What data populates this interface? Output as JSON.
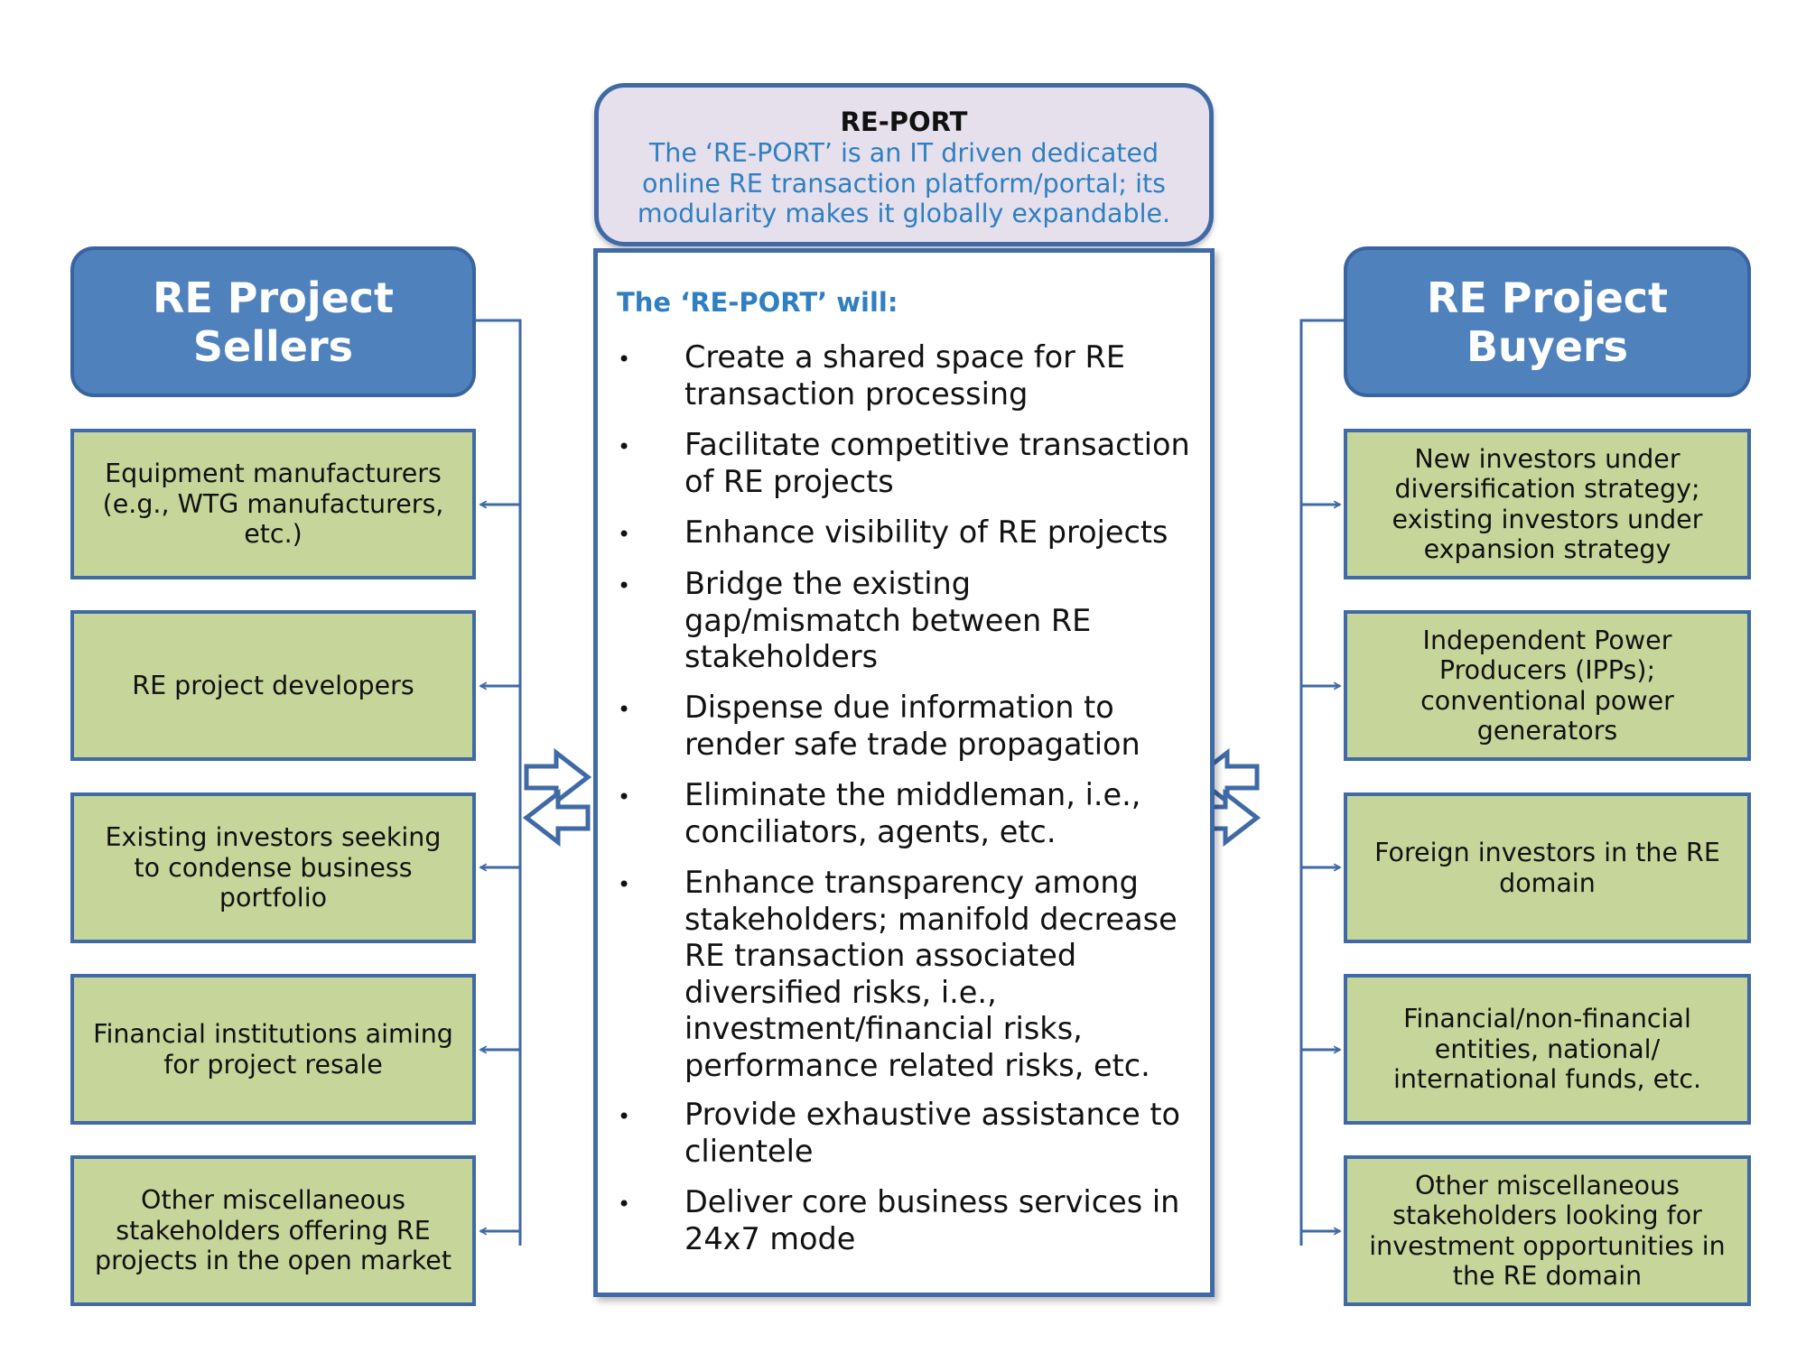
{
  "report": {
    "title": "RE-PORT",
    "description": "The ‘RE-PORT’ is an IT driven dedicated\nonline RE transaction platform/portal; its\nmodularity makes it globally expandable."
  },
  "center": {
    "heading": "The ‘RE-PORT’ will:",
    "bullet_symbol": "•",
    "bullets": [
      "Create a shared space for RE\ntransaction processing",
      "Facilitate competitive transaction\nof RE projects",
      "Enhance visibility of RE projects",
      "Bridge the existing\ngap/mismatch between RE\nstakeholders",
      "Dispense due information to\nrender safe trade propagation",
      "Eliminate the middleman, i.e.,\nconciliators, agents, etc.",
      "Enhance transparency among\nstakeholders; manifold decrease\nRE transaction associated\ndiversified risks, i.e.,\ninvestment/financial risks,\nperformance related risks, etc.",
      "Provide exhaustive assistance to\nclientele",
      "Deliver core business services in\n24x7 mode"
    ]
  },
  "sellers": {
    "title": "RE Project\nSellers",
    "items": [
      "Equipment manufacturers\n(e.g., WTG manufacturers,\netc.)",
      "RE project developers",
      "Existing investors seeking\nto condense business\nportfolio",
      "Financial institutions aiming\nfor project resale",
      "Other miscellaneous\nstakeholders offering RE\nprojects in the open market"
    ]
  },
  "buyers": {
    "title": "RE Project\nBuyers",
    "items": [
      "New investors under\ndiversification strategy;\nexisting investors under\nexpansion strategy",
      "Independent Power\nProducers (IPPs);\nconventional power\ngenerators",
      "Foreign investors in the RE\ndomain",
      "Financial/non-financial\nentities, national/\ninternational funds, etc.",
      "Other miscellaneous\nstakeholders looking for\ninvestment opportunities in\nthe RE domain"
    ]
  },
  "colors": {
    "header_fill": "#4f81bd",
    "green_fill": "#c6d69a",
    "border_blue": "#3f6aa6",
    "report_fill": "#e5e0ec",
    "accent_text": "#2f7fc1"
  }
}
